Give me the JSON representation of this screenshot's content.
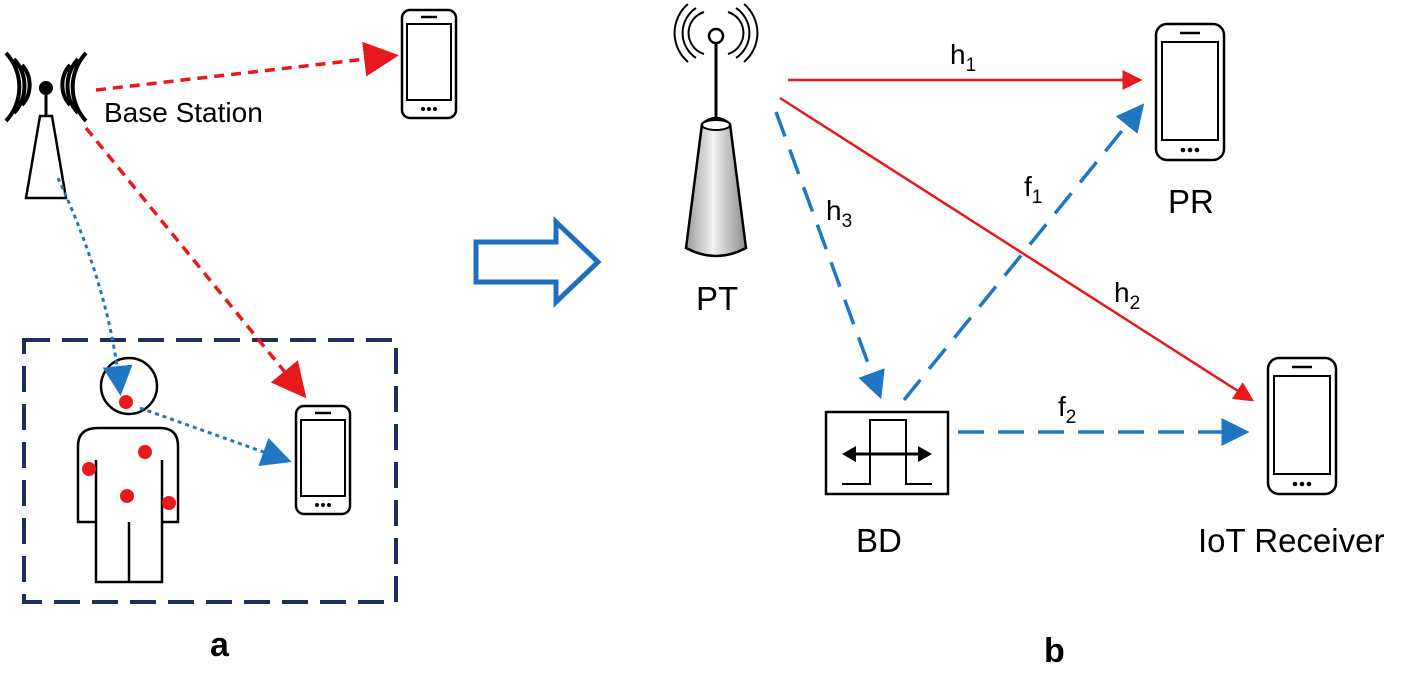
{
  "panel_a": {
    "letter": "a",
    "base_station_label": "Base Station"
  },
  "panel_b": {
    "letter": "b",
    "nodes": {
      "pt": "PT",
      "pr": "PR",
      "bd": "BD",
      "iot": "IoT Receiver"
    },
    "links": {
      "h1": {
        "base": "h",
        "sub": "1"
      },
      "h2": {
        "base": "h",
        "sub": "2"
      },
      "h3": {
        "base": "h",
        "sub": "3"
      },
      "f1": {
        "base": "f",
        "sub": "1"
      },
      "f2": {
        "base": "f",
        "sub": "2"
      }
    }
  },
  "colors": {
    "red_link": "#e8191c",
    "blue_link": "#1f77c4",
    "dark_navy": "#1f2d5c",
    "sensor_dot": "#e8191c",
    "arrow_outline": "#1f6fc0"
  }
}
